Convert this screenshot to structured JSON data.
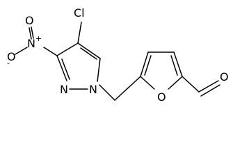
{
  "molecule": {
    "atoms": {
      "cl": "Cl",
      "n_nitro": "N",
      "n_nitro_charge": "+",
      "o_nitro_minus": "O",
      "o_nitro_minus_charge": "-",
      "o_nitro_double": "O",
      "n_ring_2": "N",
      "n_ring_1": "N",
      "o_furan": "O",
      "o_aldehyde": "O"
    }
  }
}
